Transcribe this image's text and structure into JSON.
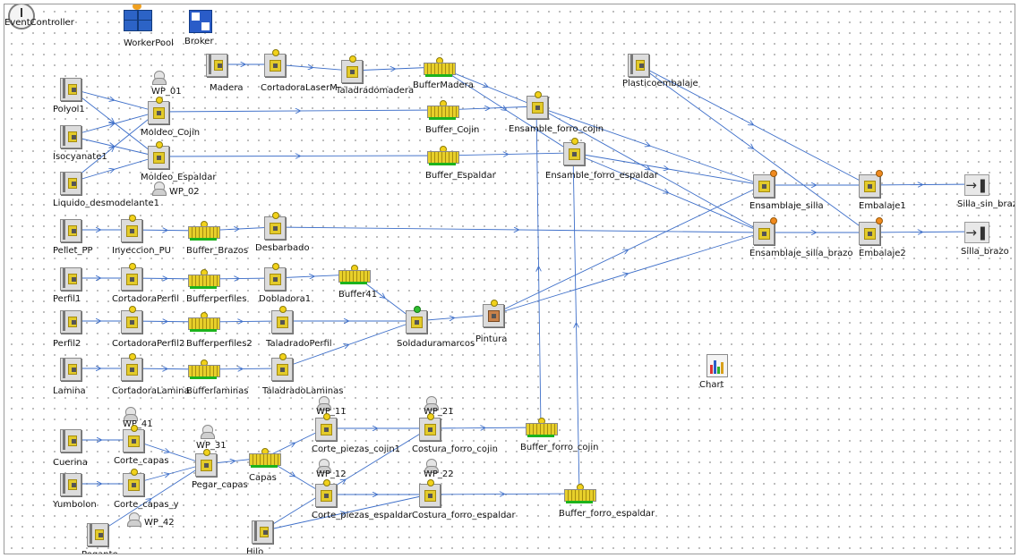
{
  "toolbar": {
    "event_controller": "EventController",
    "worker_pool": "WorkerPool",
    "broker": "Broker"
  },
  "colors": {
    "link": "#3e6fc9",
    "buffer_fill": "#1db31d",
    "station": "#e3cb2a",
    "canvas_dots": "#b4b4b4"
  },
  "nodes": {
    "madera": "Madera",
    "cortadora_laser": "CortadoraLaserM",
    "taladrado_madera": "Taladradomadera",
    "buffer_madera": "BufferMadera",
    "plastico_embalaje": "Plasticoembalaje",
    "polyol": "Polyol1",
    "isocyanate": "Isocyanate1",
    "liquido_desmodelante": "Liquido_desmodelante1",
    "wp_01": "WP_01",
    "wp_02": "WP_02",
    "moldeo_cojin": "Moldeo_Cojin",
    "moldeo_espaldar": "Moldeo_Espaldar",
    "buffer_cojin": "Buffer_Cojin",
    "buffer_espaldar": "Buffer_Espaldar",
    "ensamble_forro_cojin": "Ensamble_forro_cojin",
    "ensamble_forro_espaldar": "Ensamble_forro_espaldar",
    "ensamblaje_silla": "Ensamblaje_silla",
    "ensamblaje_silla_brazo": "Ensamblaje_silla_brazo",
    "embalaje1": "Embalaje1",
    "embalaje2": "Embalaje2",
    "silla_sin_brazo": "Silla_sin_brazo",
    "silla_brazo": "Silla_brazo",
    "pellet_pp": "Pellet_PP",
    "inyeccion_pu": "Inyeccion_PU",
    "buffer_brazos": "Buffer_Brazos",
    "desbarbado": "Desbarbado",
    "perfil1": "Perfil1",
    "cortadora_perfil": "CortadoraPerfil",
    "bufferperfiles": "Bufferperfiles",
    "dobladora1": "Dobladora1",
    "buffer41": "Buffer41",
    "perfil2": "Perfil2",
    "cortadora_perfil2": "CortadoraPerfil2",
    "bufferperfiles2": "Bufferperfiles2",
    "taladrado_perfil": "TaladradoPerfil",
    "soldadura_marcos": "Soldaduramarcos",
    "pintura": "Pintura",
    "lamina": "Lamina",
    "cortadora_lamina": "CortadoraLamina",
    "bufferlaminas": "Bufferlaminas",
    "taladrado_laminas": "TaladradoLaminas",
    "chart": "Chart",
    "cuerina": "Cuerina",
    "wp_41": "WP_41",
    "corte_capas": "Corte_capas",
    "yumbolon": "Yumbolon",
    "corte_capas_y": "Corte_capas_y",
    "wp_42": "WP_42",
    "pegante": "Pegante",
    "wp_31": "WP_31",
    "pegar_capas": "Pegar_capas",
    "capas": "Capas",
    "wp_11": "WP_11",
    "corte_piezas_cojin": "Corte_piezas_cojin1",
    "wp_12": "WP_12",
    "corte_piezas_espaldar": "Corte_piezas_espaldar",
    "wp_21": "WP_21",
    "costura_forro_cojin": "Costura_forro_cojin",
    "wp_22": "WP_22",
    "costura_forro_espaldar": "Costura_forro_espaldar",
    "buffer_forro_cojin": "Buffer_forro_cojin",
    "buffer_forro_espaldar": "Buffer_forro_espaldar",
    "hilo": "Hilo"
  }
}
